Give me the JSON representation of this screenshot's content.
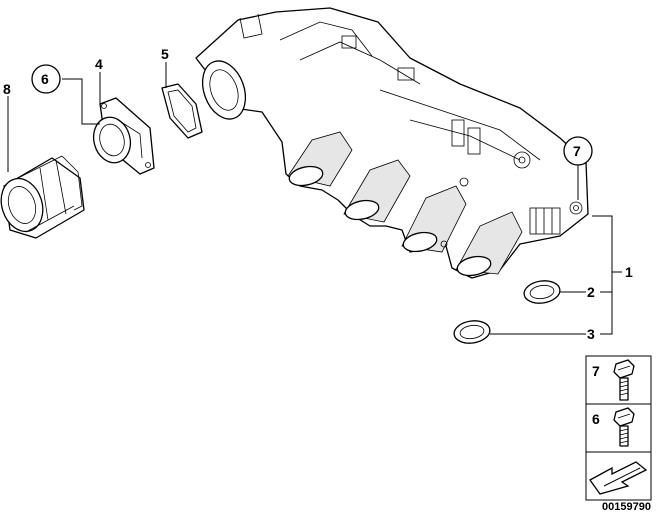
{
  "callouts": {
    "c1": "1",
    "c2": "2",
    "c3": "3",
    "c4": "4",
    "c5": "5",
    "c6": "6",
    "c7": "7",
    "c8": "8"
  },
  "legend": {
    "row1": "7",
    "row2": "6"
  },
  "document_number": "00159790"
}
